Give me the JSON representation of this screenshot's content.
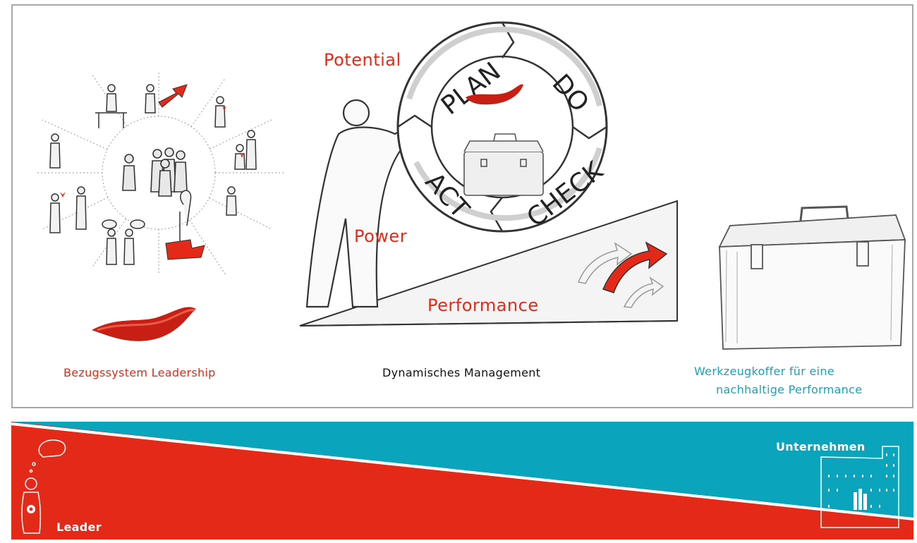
{
  "captions": {
    "leadership": "Bezugssystem Leadership",
    "management": "Dynamisches Management",
    "toolbox_line1": "Werkzeugkoffer für eine",
    "toolbox_line2": "nachhaltige Performance"
  },
  "diagram_words": {
    "potential": "Potential",
    "power": "Power",
    "performance": "Performance"
  },
  "cycle": {
    "plan": "PLAN",
    "do": "DO",
    "check": "CHECK",
    "act": "ACT"
  },
  "banner": {
    "leader": "Leader",
    "company": "Unternehmen"
  },
  "colors": {
    "red": "#e32a19",
    "teal": "#0aa5bd",
    "gray": "#a8a8a8"
  }
}
